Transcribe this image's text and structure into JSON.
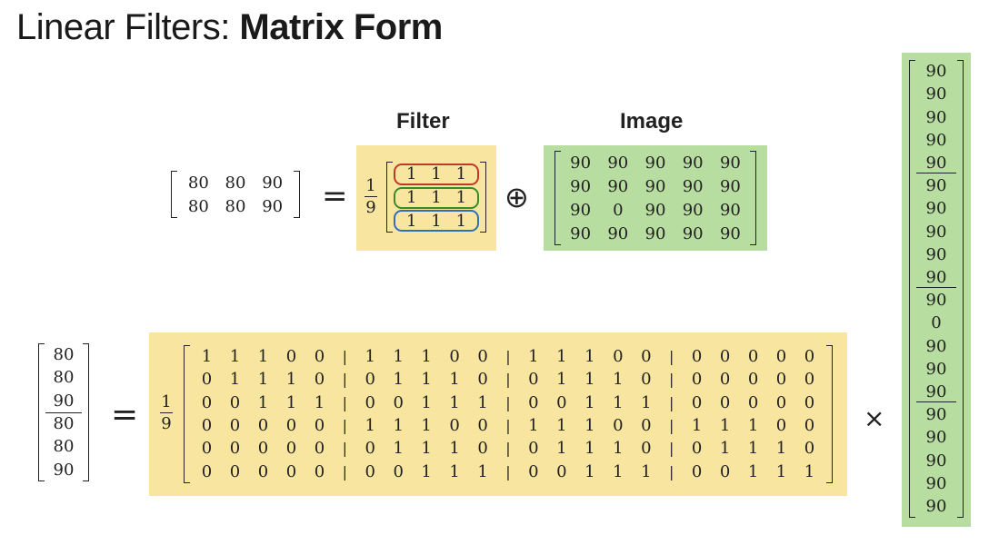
{
  "title": {
    "light": "Linear Filters: ",
    "bold": "Matrix Form"
  },
  "labels": {
    "filter": "Filter",
    "image": "Image"
  },
  "operators": {
    "equals": "=",
    "convolve": "⊕",
    "times": "×"
  },
  "fraction": {
    "numerator": "1",
    "denominator": "9"
  },
  "top_result": [
    [
      "80",
      "80",
      "90"
    ],
    [
      "80",
      "80",
      "90"
    ]
  ],
  "filter": [
    [
      "1",
      "1",
      "1"
    ],
    [
      "1",
      "1",
      "1"
    ],
    [
      "1",
      "1",
      "1"
    ]
  ],
  "filter_row_colors": [
    "#c0392b",
    "#3a8a2a",
    "#2f6fb5"
  ],
  "image": [
    [
      "90",
      "90",
      "90",
      "90",
      "90"
    ],
    [
      "90",
      "90",
      "90",
      "90",
      "90"
    ],
    [
      "90",
      "0",
      "90",
      "90",
      "90"
    ],
    [
      "90",
      "90",
      "90",
      "90",
      "90"
    ]
  ],
  "result_vector": [
    "80",
    "80",
    "90",
    "80",
    "80",
    "90"
  ],
  "big_matrix": [
    [
      "1",
      "1",
      "1",
      "0",
      "0",
      "|",
      "1",
      "1",
      "1",
      "0",
      "0",
      "|",
      "1",
      "1",
      "1",
      "0",
      "0",
      "|",
      "0",
      "0",
      "0",
      "0",
      "0"
    ],
    [
      "0",
      "1",
      "1",
      "1",
      "0",
      "|",
      "0",
      "1",
      "1",
      "1",
      "0",
      "|",
      "0",
      "1",
      "1",
      "1",
      "0",
      "|",
      "0",
      "0",
      "0",
      "0",
      "0"
    ],
    [
      "0",
      "0",
      "1",
      "1",
      "1",
      "|",
      "0",
      "0",
      "1",
      "1",
      "1",
      "|",
      "0",
      "0",
      "1",
      "1",
      "1",
      "|",
      "0",
      "0",
      "0",
      "0",
      "0"
    ],
    [
      "0",
      "0",
      "0",
      "0",
      "0",
      "|",
      "1",
      "1",
      "1",
      "0",
      "0",
      "|",
      "1",
      "1",
      "1",
      "0",
      "0",
      "|",
      "1",
      "1",
      "1",
      "0",
      "0"
    ],
    [
      "0",
      "0",
      "0",
      "0",
      "0",
      "|",
      "0",
      "1",
      "1",
      "1",
      "0",
      "|",
      "0",
      "1",
      "1",
      "1",
      "0",
      "|",
      "0",
      "1",
      "1",
      "1",
      "0"
    ],
    [
      "0",
      "0",
      "0",
      "0",
      "0",
      "|",
      "0",
      "0",
      "1",
      "1",
      "1",
      "|",
      "0",
      "0",
      "1",
      "1",
      "1",
      "|",
      "0",
      "0",
      "1",
      "1",
      "1"
    ]
  ],
  "image_vector": [
    "90",
    "90",
    "90",
    "90",
    "90",
    "90",
    "90",
    "90",
    "90",
    "90",
    "90",
    "0",
    "90",
    "90",
    "90",
    "90",
    "90",
    "90",
    "90",
    "90"
  ],
  "colors": {
    "yellow": "#f8e6a0",
    "green": "#b8dda0"
  }
}
